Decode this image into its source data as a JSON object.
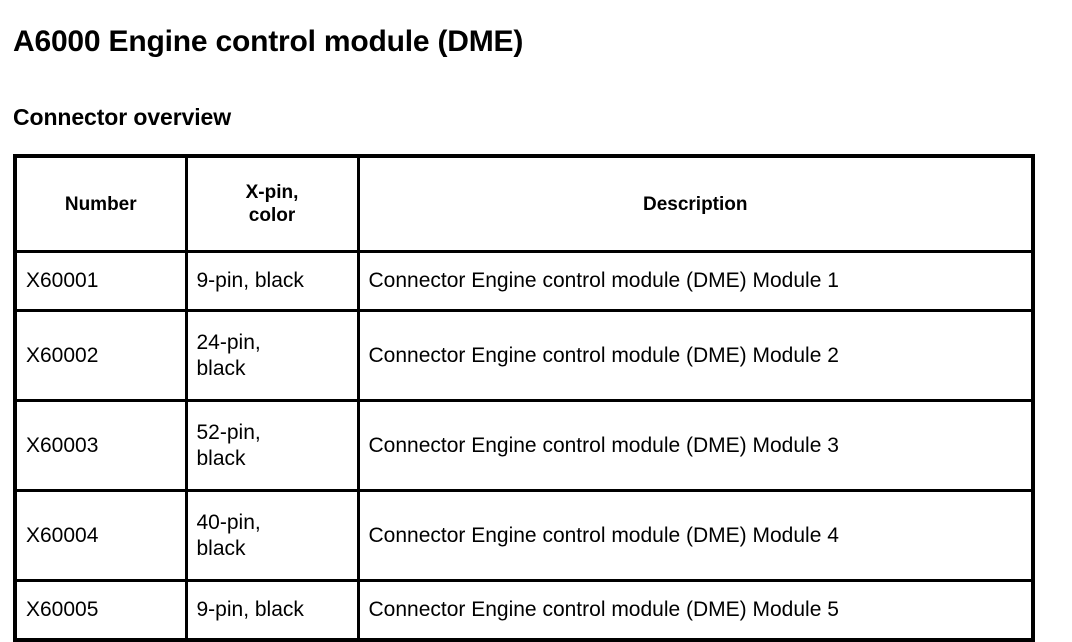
{
  "document": {
    "title": "A6000 Engine control module (DME)",
    "section_heading": "Connector overview"
  },
  "table": {
    "headers": {
      "number": "Number",
      "pin_line1": "X-pin,",
      "pin_line2": "color",
      "description": "Description"
    },
    "rows": [
      {
        "number": "X60001",
        "pin_line1": "9-pin, black",
        "pin_line2": "",
        "description": "Connector Engine control module (DME) Module 1",
        "two_line": false
      },
      {
        "number": "X60002",
        "pin_line1": "24-pin,",
        "pin_line2": "black",
        "description": "Connector Engine control module (DME) Module 2",
        "two_line": true
      },
      {
        "number": "X60003",
        "pin_line1": "52-pin,",
        "pin_line2": "black",
        "description": "Connector Engine control module (DME) Module 3",
        "two_line": true
      },
      {
        "number": "X60004",
        "pin_line1": "40-pin,",
        "pin_line2": "black",
        "description": "Connector Engine control module (DME) Module 4",
        "two_line": true
      },
      {
        "number": "X60005",
        "pin_line1": "9-pin, black",
        "pin_line2": "",
        "description": "Connector Engine control module (DME) Module 5",
        "two_line": false
      }
    ]
  },
  "colors": {
    "page_background": "#ffffff",
    "text": "#000000",
    "table_border": "#000000"
  }
}
